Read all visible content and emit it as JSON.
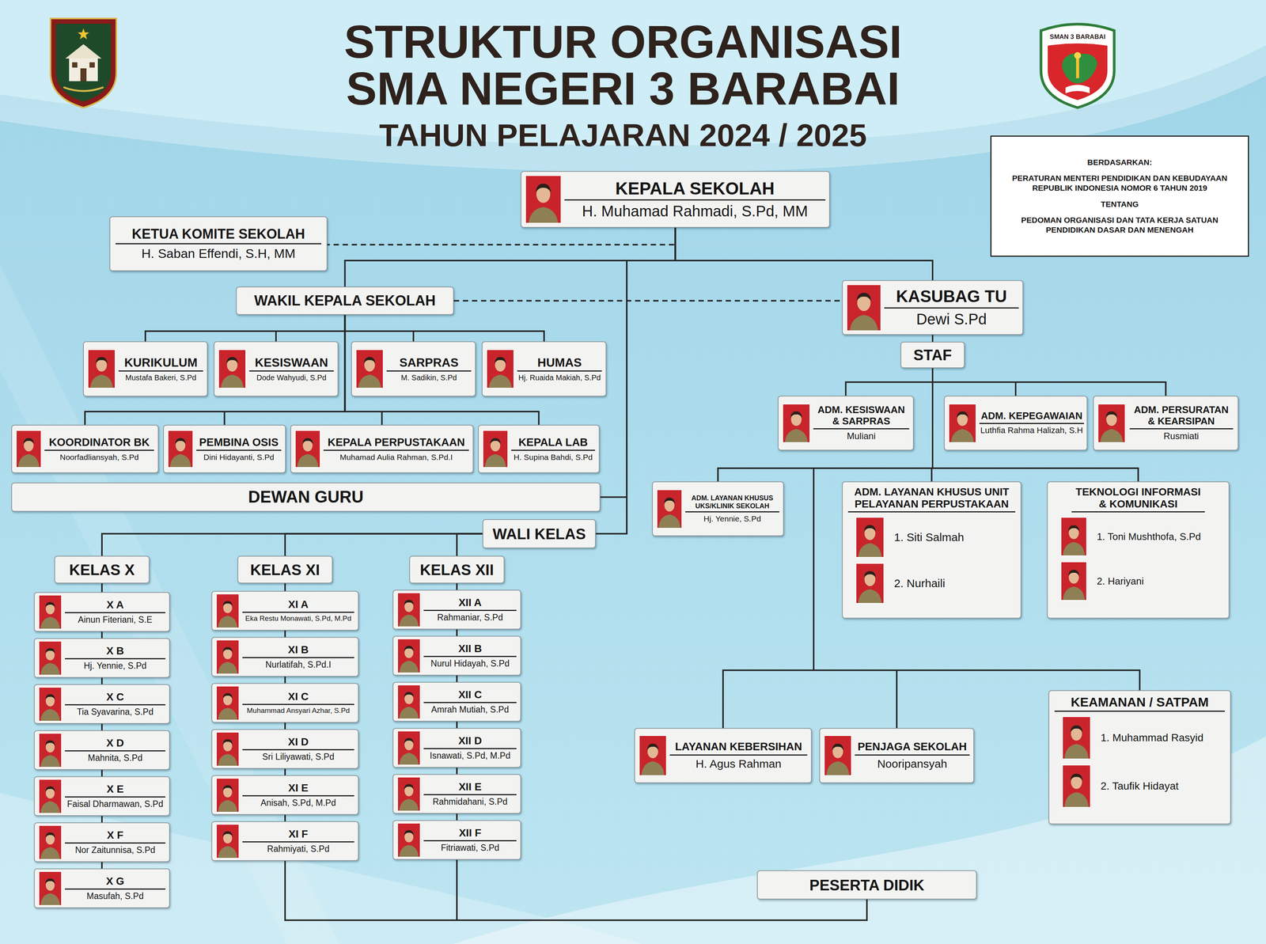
{
  "diagram": {
    "title": "STRUKTUR ORGANISASI SMA NEGERI 3 BARABAI",
    "nodes": [
      {
        "text": [
          "KEPALA SEKOLAH",
          "H. Muhamad Rahmadi, S.Pd, MM"
        ]
      },
      {
        "text": [
          "BERDASARKAN:",
          "PERATURAN MENTERI PENDIDIKAN DAN KEBUDAYAAN REPUBLIK INDONESIA NOMOR 6 TAHUN 2019",
          "TENTANG",
          "PEDOMAN ORGANISASI DAN TATA KERJA SATUAN PENDIDIKAN DASAR DAN MENENGAH"
        ]
      },
      {
        "text": [
          "KETUA KOMITE SEKOLAH",
          "H. Saban Effendi, S.H, MM"
        ]
      },
      {
        "text": [
          "WAKIL KEPALA SEKOLAH"
        ]
      },
      {
        "text": [
          "KASUBAG TU",
          "Dewi S.Pd"
        ]
      },
      {
        "text": [
          "KURIKULUM",
          "Mustafa Bakeri, S.Pd"
        ]
      },
      {
        "text": [
          "KESISWAAN",
          "Dode Wahyudi, S.Pd"
        ]
      },
      {
        "text": [
          "SARPRAS",
          "M. Sadikin, S.Pd"
        ]
      },
      {
        "text": [
          "HUMAS",
          "Hj. Ruaida Makiah, S.Pd"
        ]
      },
      {
        "text": [
          "STAF"
        ]
      },
      {
        "text": [
          "ADM. KESISWAAN & SARPRAS",
          "Muliani"
        ]
      },
      {
        "text": [
          "ADM. KEPEGAWAIAN",
          "Luthfia Rahma Halizah, S.H"
        ]
      },
      {
        "text": [
          "ADM. PERSURATAN & KEARSIPAN",
          "Rusmiati"
        ]
      },
      {
        "text": [
          "KOORDINATOR BK",
          "Noorfadliansyah, S.Pd"
        ]
      },
      {
        "text": [
          "PEMBINA OSIS",
          "Dini Hidayanti, S.Pd"
        ]
      },
      {
        "text": [
          "KEPALA PERPUSTAKAAN",
          "Muhamad Aulia Rahman, S.Pd.I"
        ]
      },
      {
        "text": [
          "KEPALA LAB",
          "H. Supina Bahdi, S.Pd"
        ]
      },
      {
        "text": [
          "DEWAN GURU"
        ]
      },
      {
        "text": [
          "ADM. LAYANAN KHUSUS UKS/KLINIK SEKOLAH",
          "Hj. Yennie, S.Pd"
        ]
      },
      {
        "text": [
          "ADM. LAYANAN KHUSUS UNIT PELAYANAN PERPUSTAKAAN",
          "1. Siti Salmah",
          "2. Nurhaili"
        ]
      },
      {
        "text": [
          "TEKNOLOGI INFORMASI & KOMUNIKASI",
          "1. Toni Mushthofa, S.Pd",
          "2. Hariyani"
        ]
      },
      {
        "text": [
          "WALI KELAS"
        ]
      },
      {
        "text": [
          "KELAS X"
        ]
      },
      {
        "text": [
          "KELAS XI"
        ]
      },
      {
        "text": [
          "KELAS XII"
        ]
      },
      {
        "text": [
          "X A",
          "Ainun Fiteriani, S.E"
        ]
      },
      {
        "text": [
          "X B",
          "Hj. Yennie, S.Pd"
        ]
      },
      {
        "text": [
          "X C",
          "Tia Syavarina, S.Pd"
        ]
      },
      {
        "text": [
          "X D",
          "Mahnita, S.Pd"
        ]
      },
      {
        "text": [
          "X E",
          "Faisal Dharmawan, S.Pd"
        ]
      },
      {
        "text": [
          "X F",
          "Nor Zaitunnisa, S.Pd"
        ]
      },
      {
        "text": [
          "X G",
          "Masufah, S.Pd"
        ]
      },
      {
        "text": [
          "XI A",
          "Eka Restu Monawati, S.Pd, M.Pd"
        ]
      },
      {
        "text": [
          "XI B",
          "Nurlatifah, S.Pd.I"
        ]
      },
      {
        "text": [
          "XI C",
          "Muhammad Ansyari Azhar, S.Pd"
        ]
      },
      {
        "text": [
          "XI D",
          "Sri Liliyawati, S.Pd"
        ]
      },
      {
        "text": [
          "XI E",
          "Anisah, S.Pd, M.Pd"
        ]
      },
      {
        "text": [
          "XI F",
          "Rahmiyati, S.Pd"
        ]
      },
      {
        "text": [
          "XII A",
          "Rahmaniar, S.Pd"
        ]
      },
      {
        "text": [
          "XII B",
          "Nurul Hidayah, S.Pd"
        ]
      },
      {
        "text": [
          "XII C",
          "Amrah Mutiah, S.Pd"
        ]
      },
      {
        "text": [
          "XII D",
          "Isnawati, S.Pd, M.Pd"
        ]
      },
      {
        "text": [
          "XII E",
          "Rahmidahani, S.Pd"
        ]
      },
      {
        "text": [
          "XII F",
          "Fitriawati, S.Pd"
        ]
      },
      {
        "text": [
          "KEAMANAN / SATPAM",
          "1. Muhammad Rasyid",
          "2. Taufik Hidayat"
        ]
      },
      {
        "text": [
          "LAYANAN KEBERSIHAN",
          "H. Agus Rahman"
        ]
      },
      {
        "text": [
          "PENJAGA SEKOLAH",
          "Nooripansyah"
        ]
      },
      {
        "text": [
          "PESERTA DIDIK"
        ]
      }
    ],
    "edges": [
      {
        "from": 0,
        "to": 2,
        "arrow": "none"
      },
      {
        "from": 0,
        "to": 3,
        "arrow": "none"
      },
      {
        "from": 0,
        "to": 4,
        "arrow": "none"
      },
      {
        "from": 0,
        "to": 17,
        "arrow": "none"
      },
      {
        "from": 0,
        "to": 21,
        "arrow": "none"
      },
      {
        "from": 3,
        "to": 4,
        "arrow": "none"
      },
      {
        "from": 3,
        "to": 5,
        "arrow": "none"
      },
      {
        "from": 3,
        "to": 6,
        "arrow": "none"
      },
      {
        "from": 3,
        "to": 7,
        "arrow": "none"
      },
      {
        "from": 3,
        "to": 8,
        "arrow": "none"
      },
      {
        "from": 3,
        "to": 13,
        "arrow": "none"
      },
      {
        "from": 3,
        "to": 14,
        "arrow": "none"
      },
      {
        "from": 3,
        "to": 15,
        "arrow": "none"
      },
      {
        "from": 3,
        "to": 16,
        "arrow": "none"
      },
      {
        "from": 4,
        "to": 9,
        "arrow": "none"
      },
      {
        "from": 9,
        "to": 10,
        "arrow": "none"
      },
      {
        "from": 9,
        "to": 11,
        "arrow": "none"
      },
      {
        "from": 9,
        "to": 12,
        "arrow": "none"
      },
      {
        "from": 9,
        "to": 18,
        "arrow": "none"
      },
      {
        "from": 9,
        "to": 19,
        "arrow": "none"
      },
      {
        "from": 9,
        "to": 20,
        "arrow": "none"
      },
      {
        "from": 9,
        "to": 45,
        "arrow": "none"
      },
      {
        "from": 9,
        "to": 46,
        "arrow": "none"
      },
      {
        "from": 9,
        "to": 44,
        "arrow": "none"
      },
      {
        "from": 21,
        "to": 22,
        "arrow": "none"
      },
      {
        "from": 21,
        "to": 23,
        "arrow": "none"
      },
      {
        "from": 21,
        "to": 24,
        "arrow": "none"
      },
      {
        "from": 22,
        "to": 25,
        "arrow": "none"
      },
      {
        "from": 25,
        "to": 26,
        "arrow": "none"
      },
      {
        "from": 26,
        "to": 27,
        "arrow": "none"
      },
      {
        "from": 27,
        "to": 28,
        "arrow": "none"
      },
      {
        "from": 28,
        "to": 29,
        "arrow": "none"
      },
      {
        "from": 29,
        "to": 30,
        "arrow": "none"
      },
      {
        "from": 30,
        "to": 31,
        "arrow": "none"
      },
      {
        "from": 23,
        "to": 32,
        "arrow": "none"
      },
      {
        "from": 32,
        "to": 33,
        "arrow": "none"
      },
      {
        "from": 33,
        "to": 34,
        "arrow": "none"
      },
      {
        "from": 34,
        "to": 35,
        "arrow": "none"
      },
      {
        "from": 35,
        "to": 36,
        "arrow": "none"
      },
      {
        "from": 36,
        "to": 37,
        "arrow": "none"
      },
      {
        "from": 24,
        "to": 38,
        "arrow": "none"
      },
      {
        "from": 38,
        "to": 39,
        "arrow": "none"
      },
      {
        "from": 39,
        "to": 40,
        "arrow": "none"
      },
      {
        "from": 40,
        "to": 41,
        "arrow": "none"
      },
      {
        "from": 41,
        "to": 42,
        "arrow": "none"
      },
      {
        "from": 42,
        "to": 43,
        "arrow": "none"
      },
      {
        "from": 37,
        "to": 47,
        "arrow": "none"
      },
      {
        "from": 43,
        "to": 47,
        "arrow": "none"
      }
    ],
    "labels": [
      "TAHUN PELAJARAN 2024 / 2025",
      "SMAN 3 BARABAI"
    ]
  }
}
